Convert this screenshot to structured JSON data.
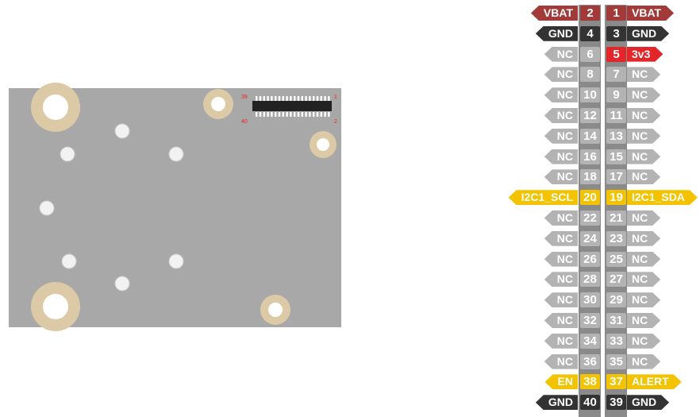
{
  "colors": {
    "power": "#a33a3a",
    "gnd": "#333333",
    "nc": "#b3b3b3",
    "v33": "#e3262a",
    "signal": "#f3c300"
  },
  "connector": {
    "top_left": "39",
    "top_right": "1",
    "bottom_left": "40",
    "bottom_right": "2"
  },
  "rows": [
    {
      "l": {
        "pin": "2",
        "label": "VBAT",
        "type": "power"
      },
      "r": {
        "pin": "1",
        "label": "VBAT",
        "type": "power"
      }
    },
    {
      "l": {
        "pin": "4",
        "label": "GND",
        "type": "gnd"
      },
      "r": {
        "pin": "3",
        "label": "GND",
        "type": "gnd"
      }
    },
    {
      "l": {
        "pin": "6",
        "label": "NC",
        "type": "nc"
      },
      "r": {
        "pin": "5",
        "label": "3v3",
        "type": "v33"
      }
    },
    {
      "l": {
        "pin": "8",
        "label": "NC",
        "type": "nc"
      },
      "r": {
        "pin": "7",
        "label": "NC",
        "type": "nc"
      }
    },
    {
      "l": {
        "pin": "10",
        "label": "NC",
        "type": "nc"
      },
      "r": {
        "pin": "9",
        "label": "NC",
        "type": "nc"
      }
    },
    {
      "l": {
        "pin": "12",
        "label": "NC",
        "type": "nc"
      },
      "r": {
        "pin": "11",
        "label": "NC",
        "type": "nc"
      }
    },
    {
      "l": {
        "pin": "14",
        "label": "NC",
        "type": "nc"
      },
      "r": {
        "pin": "13",
        "label": "NC",
        "type": "nc"
      }
    },
    {
      "l": {
        "pin": "16",
        "label": "NC",
        "type": "nc"
      },
      "r": {
        "pin": "15",
        "label": "NC",
        "type": "nc"
      }
    },
    {
      "l": {
        "pin": "18",
        "label": "NC",
        "type": "nc"
      },
      "r": {
        "pin": "17",
        "label": "NC",
        "type": "nc"
      }
    },
    {
      "l": {
        "pin": "20",
        "label": "I2C1_SCL",
        "type": "signal"
      },
      "r": {
        "pin": "19",
        "label": "I2C1_SDA",
        "type": "signal"
      }
    },
    {
      "l": {
        "pin": "22",
        "label": "NC",
        "type": "nc"
      },
      "r": {
        "pin": "21",
        "label": "NC",
        "type": "nc"
      }
    },
    {
      "l": {
        "pin": "24",
        "label": "NC",
        "type": "nc"
      },
      "r": {
        "pin": "23",
        "label": "NC",
        "type": "nc"
      }
    },
    {
      "l": {
        "pin": "26",
        "label": "NC",
        "type": "nc"
      },
      "r": {
        "pin": "25",
        "label": "NC",
        "type": "nc"
      }
    },
    {
      "l": {
        "pin": "28",
        "label": "NC",
        "type": "nc"
      },
      "r": {
        "pin": "27",
        "label": "NC",
        "type": "nc"
      }
    },
    {
      "l": {
        "pin": "30",
        "label": "NC",
        "type": "nc"
      },
      "r": {
        "pin": "29",
        "label": "NC",
        "type": "nc"
      }
    },
    {
      "l": {
        "pin": "32",
        "label": "NC",
        "type": "nc"
      },
      "r": {
        "pin": "31",
        "label": "NC",
        "type": "nc"
      }
    },
    {
      "l": {
        "pin": "34",
        "label": "NC",
        "type": "nc"
      },
      "r": {
        "pin": "33",
        "label": "NC",
        "type": "nc"
      }
    },
    {
      "l": {
        "pin": "36",
        "label": "NC",
        "type": "nc"
      },
      "r": {
        "pin": "35",
        "label": "NC",
        "type": "nc"
      }
    },
    {
      "l": {
        "pin": "38",
        "label": "EN",
        "type": "signal"
      },
      "r": {
        "pin": "37",
        "label": "ALERT",
        "type": "signal"
      }
    },
    {
      "l": {
        "pin": "40",
        "label": "GND",
        "type": "gnd"
      },
      "r": {
        "pin": "39",
        "label": "GND",
        "type": "gnd"
      }
    }
  ]
}
